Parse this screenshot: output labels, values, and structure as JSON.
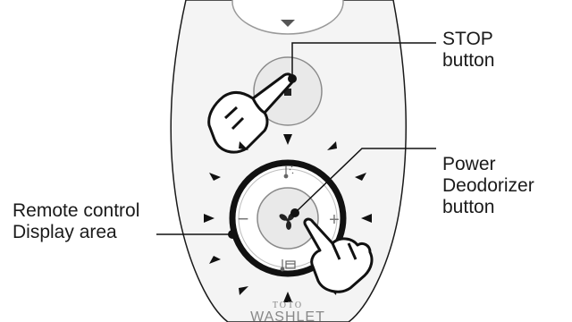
{
  "callouts": {
    "stop": {
      "line1": "STOP",
      "line2": "button"
    },
    "power_deodorizer": {
      "line1": "Power",
      "line2": "Deodorizer",
      "line3": "button"
    },
    "remote_display": {
      "line1": "Remote control",
      "line2": "Display area"
    }
  },
  "device": {
    "brand": "TOTO",
    "product": "WASHLET",
    "minus_symbol": "−",
    "plus_symbol": "+"
  },
  "colors": {
    "body_fill": "#f4f4f4",
    "outline": "#1a1a1a",
    "button_fill": "#e9e9e9",
    "ring": "#111111"
  },
  "icons": [
    "stop-icon",
    "fan-icon",
    "water-temperature-icon",
    "seat-temperature-icon",
    "hand-press-icon"
  ]
}
